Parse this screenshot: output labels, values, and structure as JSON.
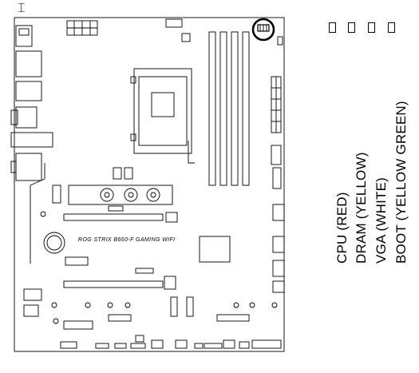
{
  "board": {
    "model_text": "ROG STRIX B660-F GAMING WIFI",
    "colors": {
      "line": "#000000",
      "background": "#ffffff",
      "highlight": "#000000"
    }
  },
  "leds": [
    {
      "label": "CPU (RED)"
    },
    {
      "label": "DRAM (YELLOW)"
    },
    {
      "label": "VGA (WHITE)"
    },
    {
      "label": "BOOT (YELLOW GREEN)"
    }
  ],
  "icons": {
    "cursor": "text-cursor-icon",
    "led_box": "led-indicator-icon"
  }
}
